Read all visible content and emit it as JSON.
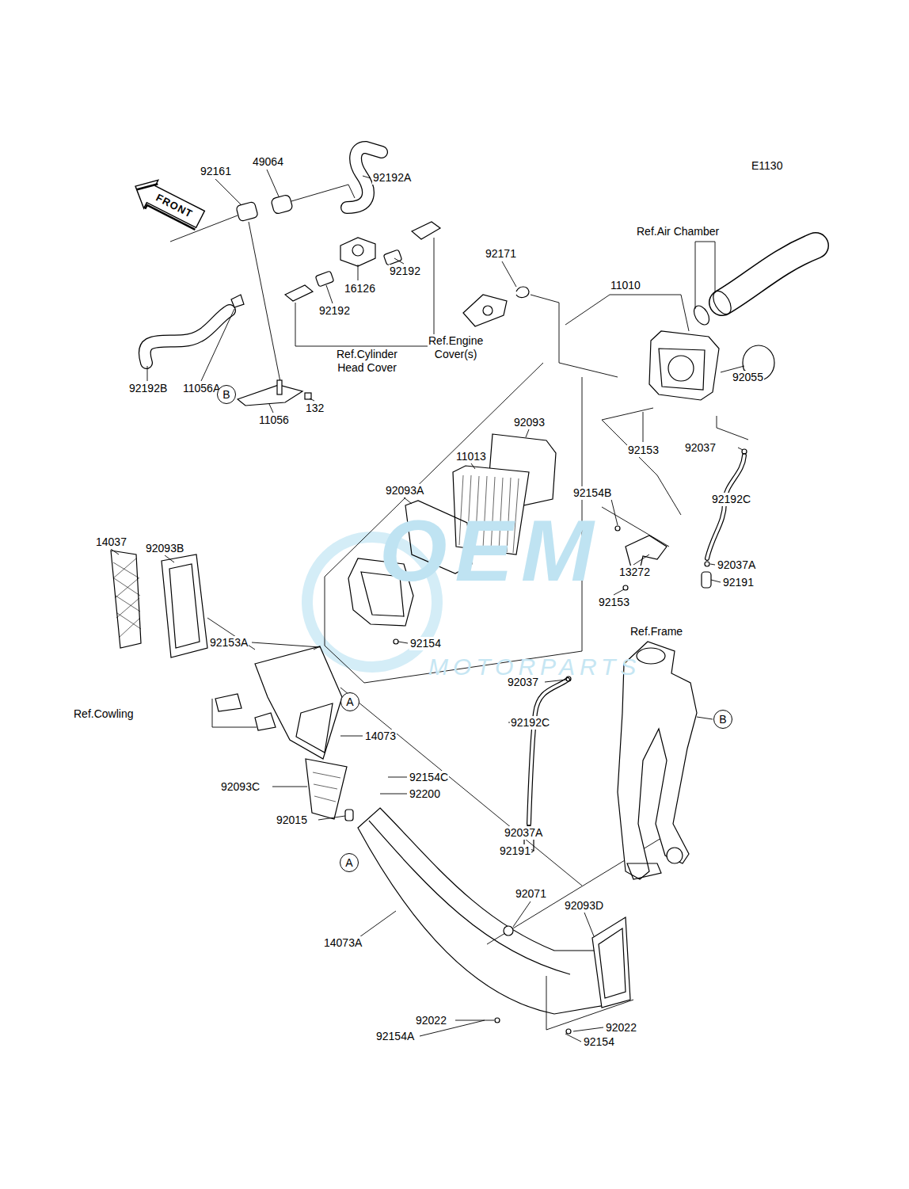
{
  "diagram": {
    "nodes": [
      {
        "text": [
          "FRONT"
        ]
      },
      {
        "text": [
          "B"
        ]
      },
      {
        "text": [
          "A"
        ]
      },
      {
        "text": [
          "A"
        ]
      },
      {
        "text": [
          "B"
        ]
      }
    ],
    "labels": [
      "E1130",
      "49064",
      "92161",
      "92192A",
      "Ref.Air Chamber",
      "92171",
      "11010",
      "16126",
      "92192",
      "92192",
      "92192B",
      "11056A",
      "Ref.Cylinder Head Cover",
      "Ref.Engine Cover(s)",
      "11056",
      "132",
      "92055",
      "92093",
      "11013",
      "92153",
      "92037",
      "92192C",
      "92093A",
      "92154B",
      "92037A",
      "92191",
      "13272",
      "92153",
      "14037",
      "92093B",
      "Ref.Frame",
      "92153A",
      "92154",
      "92037",
      "Ref.Cowling",
      "14073",
      "92192C",
      "92154C",
      "92093C",
      "92200",
      "92015",
      "92037A",
      "92191",
      "92071",
      "92093D",
      "14073A",
      "92022",
      "92022",
      "92154A",
      "92154",
      "MOTORPARTS",
      "OEM"
    ]
  }
}
